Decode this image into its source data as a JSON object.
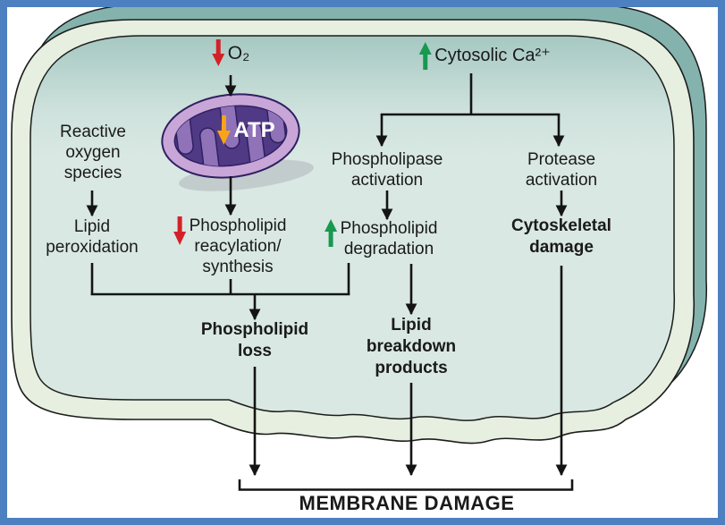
{
  "figure": {
    "topic": "membrane damage pathway diagram"
  },
  "colors": {
    "frame_blue": "#4d80c0",
    "cell_outer_teal": "#84b3ae",
    "membrane_green": "#e6efe0",
    "cytoplasm": "#d9e8e3",
    "cytoplasm_top": "#a6c8c2",
    "line_black": "#141414",
    "text": "#1a1a1a",
    "decrease_red": "#d42127",
    "increase_green": "#17994f",
    "atp_orange": "#f7a419",
    "mito_outer": "#c9a6d8",
    "mito_inner": "#503a86",
    "mito_cristae": "#8f72b8"
  },
  "nodes": {
    "o2": {
      "label": "O₂",
      "indicator": "decrease"
    },
    "cytosolic_ca": {
      "label": "Cytosolic Ca²⁺",
      "indicator": "increase"
    },
    "atp": {
      "label": "ATP",
      "indicator": "decrease"
    },
    "reactive_oxygen_species": {
      "label": "Reactive\noxygen\nspecies"
    },
    "lipid_peroxidation": {
      "label": "Lipid\nperoxidation"
    },
    "phospholipid_reacylation": {
      "label": "Phospholipid\nreacylation/\nsynthesis",
      "indicator": "decrease"
    },
    "phospholipase_activation": {
      "label": "Phospholipase\nactivation"
    },
    "phospholipid_degradation": {
      "label": "Phospholipid\ndegradation",
      "indicator": "increase"
    },
    "protease_activation": {
      "label": "Protease\nactivation"
    },
    "cytoskeletal_damage": {
      "label": "Cytoskeletal\ndamage"
    },
    "phospholipid_loss": {
      "label": "Phospholipid\nloss"
    },
    "lipid_breakdown_products": {
      "label": "Lipid\nbreakdown\nproducts"
    },
    "membrane_damage": {
      "label": "MEMBRANE DAMAGE"
    }
  }
}
